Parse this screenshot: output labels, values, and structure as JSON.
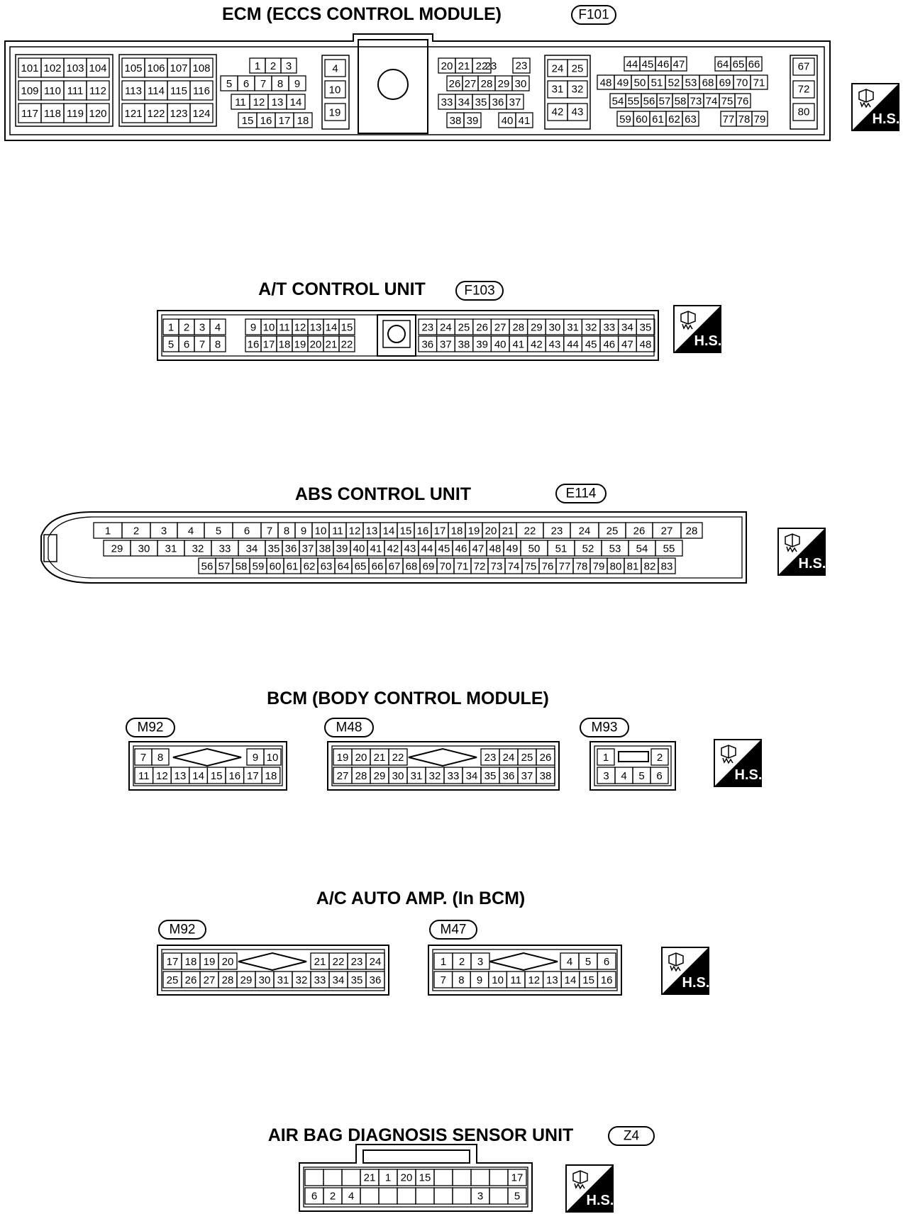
{
  "titles": {
    "ecm": "ECM (ECCS CONTROL MODULE)",
    "at": "A/T CONTROL UNIT",
    "abs": "ABS CONTROL UNIT",
    "bcm": "BCM (BODY CONTROL MODULE)",
    "ac": "A/C AUTO AMP. (In BCM)",
    "airbag": "AIR BAG DIAGNOSIS SENSOR UNIT"
  },
  "tags": {
    "ecm": "F101",
    "at": "F103",
    "abs": "E114",
    "bcm_a": "M92",
    "bcm_b": "M48",
    "bcm_c": "M93",
    "ac_a": "M92",
    "ac_b": "M47",
    "airbag": "Z4"
  },
  "hs_label": "H.S.",
  "pins": {
    "ecm": [
      [
        "101",
        "102",
        "103",
        "104"
      ],
      [
        "109",
        "110",
        "111",
        "112"
      ],
      [
        "117",
        "118",
        "119",
        "120"
      ],
      [
        "105",
        "106",
        "107",
        "108"
      ],
      [
        "113",
        "114",
        "115",
        "116"
      ],
      [
        "121",
        "122",
        "123",
        "124"
      ],
      [
        "1",
        "2",
        "3"
      ],
      [
        "5",
        "6",
        "7",
        "8",
        "9"
      ],
      [
        "11",
        "12",
        "13",
        "14"
      ],
      [
        "15",
        "16",
        "17",
        "18"
      ],
      [
        "4",
        "10",
        "19"
      ],
      [
        "20",
        "21",
        "22",
        "23"
      ],
      [
        "26",
        "27",
        "28",
        "29",
        "30"
      ],
      [
        "33",
        "34",
        "35",
        "36",
        "37"
      ],
      [
        "38",
        "39",
        "40",
        "41"
      ],
      [
        "24",
        "25",
        "31",
        "32",
        "42",
        "43"
      ],
      [
        "44",
        "45",
        "46",
        "47",
        "64",
        "65",
        "66"
      ],
      [
        "48",
        "49",
        "50",
        "51",
        "52",
        "53",
        "68",
        "69",
        "70",
        "71"
      ],
      [
        "54",
        "55",
        "56",
        "57",
        "58",
        "73",
        "74",
        "75",
        "76"
      ],
      [
        "59",
        "60",
        "61",
        "62",
        "63",
        "77",
        "78",
        "79"
      ],
      [
        "67",
        "72",
        "80"
      ]
    ],
    "at": [
      [
        "1",
        "2",
        "3",
        "4",
        "9",
        "10",
        "11",
        "12",
        "13",
        "14",
        "15"
      ],
      [
        "5",
        "6",
        "7",
        "8",
        "16",
        "17",
        "18",
        "19",
        "20",
        "21",
        "22"
      ],
      [
        "23",
        "24",
        "25",
        "26",
        "27",
        "28",
        "29",
        "30",
        "31",
        "32",
        "33",
        "34",
        "35"
      ],
      [
        "36",
        "37",
        "38",
        "39",
        "40",
        "41",
        "42",
        "43",
        "44",
        "45",
        "46",
        "47",
        "48"
      ]
    ],
    "abs": [
      [
        "1",
        "2",
        "3",
        "4",
        "5",
        "6",
        "7",
        "8",
        "9",
        "10",
        "11",
        "12",
        "13",
        "14",
        "15",
        "16",
        "17",
        "18",
        "19",
        "20",
        "21",
        "22",
        "23",
        "24",
        "25",
        "26",
        "27",
        "28"
      ],
      [
        "29",
        "30",
        "31",
        "32",
        "33",
        "34",
        "35",
        "36",
        "37",
        "38",
        "39",
        "40",
        "41",
        "42",
        "43",
        "44",
        "45",
        "46",
        "47",
        "48",
        "49",
        "50",
        "51",
        "52",
        "53",
        "54",
        "55"
      ],
      [
        "56",
        "57",
        "58",
        "59",
        "60",
        "61",
        "62",
        "63",
        "64",
        "65",
        "66",
        "67",
        "68",
        "69",
        "70",
        "71",
        "72",
        "73",
        "74",
        "75",
        "76",
        "77",
        "78",
        "79",
        "80",
        "81",
        "82",
        "83"
      ]
    ],
    "bcm_a": [
      [
        "7",
        "8",
        "9",
        "10"
      ],
      [
        "11",
        "12",
        "13",
        "14",
        "15",
        "16",
        "17",
        "18"
      ]
    ],
    "bcm_b": [
      [
        "19",
        "20",
        "21",
        "22",
        "23",
        "24",
        "25",
        "26"
      ],
      [
        "27",
        "28",
        "29",
        "30",
        "31",
        "32",
        "33",
        "34",
        "35",
        "36",
        "37",
        "38"
      ]
    ],
    "bcm_c": [
      [
        "1",
        "2"
      ],
      [
        "3",
        "4",
        "5",
        "6"
      ]
    ],
    "ac_a": [
      [
        "17",
        "18",
        "19",
        "20",
        "21",
        "22",
        "23",
        "24"
      ],
      [
        "25",
        "26",
        "27",
        "28",
        "29",
        "30",
        "31",
        "32",
        "33",
        "34",
        "35",
        "36"
      ]
    ],
    "ac_b": [
      [
        "1",
        "2",
        "3",
        "4",
        "5",
        "6"
      ],
      [
        "7",
        "8",
        "9",
        "10",
        "11",
        "12",
        "13",
        "14",
        "15",
        "16"
      ]
    ],
    "airbag": [
      [
        "21",
        "1",
        "20",
        "15",
        "17"
      ],
      [
        "6",
        "2",
        "4",
        "3",
        "5"
      ]
    ]
  },
  "icons": {
    "harness_side": "connector-hs-icon"
  }
}
